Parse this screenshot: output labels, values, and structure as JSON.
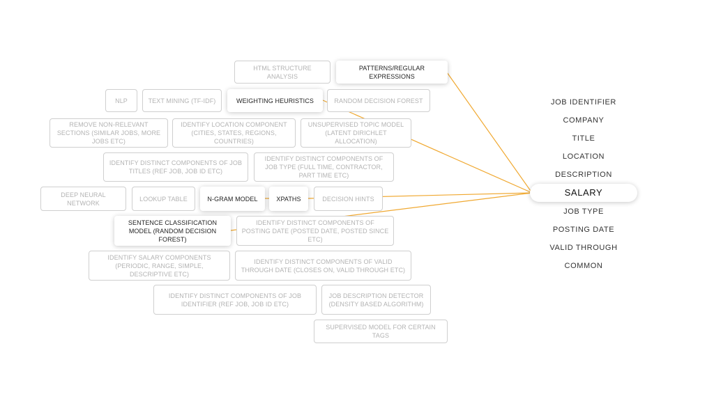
{
  "methods": {
    "html_structure_analysis": "HTML STRUCTURE ANALYSIS",
    "patterns_regex": "PATTERNS/REGULAR EXPRESSIONS",
    "nlp": "NLP",
    "text_mining": "TEXT MINING (TF-IDF)",
    "weighting_heuristics": "WEIGHTING HEURISTICS",
    "random_decision_forest": "RANDOM DECISION FOREST",
    "remove_sections": "REMOVE NON-RELEVANT SECTIONS (SIMILAR JOBS, MORE JOBS ETC)",
    "identify_location": "IDENTIFY LOCATION COMPONENT (CITIES, STATES, REGIONS, COUNTRIES)",
    "unsupervised_topic": "UNSUPERVISED TOPIC MODEL (LATENT DIRICHLET ALLOCATION)",
    "job_titles": "IDENTIFY DISTINCT COMPONENTS OF JOB TITLES (REF JOB, JOB ID ETC)",
    "job_type": "IDENTIFY DISTINCT COMPONENTS OF JOB TYPE (FULL TIME, CONTRACTOR, PART TIME ETC)",
    "deep_neural_network": "DEEP NEURAL NETWORK",
    "lookup_table": "LOOKUP TABLE",
    "ngram_model": "N-GRAM MODEL",
    "xpaths": "XPATHS",
    "decision_hints": "DECISION HINTS",
    "sentence_classification": "SENTENCE CLASSIFICATION MODEL (RANDOM DECISION FOREST)",
    "posting_date": "IDENTIFY DISTINCT COMPONENTS OF POSTING DATE (POSTED DATE, POSTED SINCE ETC)",
    "salary_components": "IDENTIFY SALARY COMPONENTS (PERIODIC, RANGE, SIMPLE, DESCRIPTIVE ETC)",
    "valid_through": "IDENTIFY DISTINCT COMPONENTS OF VALID THROUGH DATE (CLOSES ON, VALID THROUGH ETC)",
    "job_identifier": "IDENTIFY DISTINCT COMPONENTS OF JOB IDENTIFIER (REF JOB, JOB ID ETC)",
    "job_description_detector": "JOB DESCRIPTION DETECTOR (DENSITY BASED ALGORITHM)",
    "supervised_model": "SUPERVISED MODEL FOR CERTAIN TAGS"
  },
  "active_methods": [
    "patterns_regex",
    "weighting_heuristics",
    "ngram_model",
    "xpaths",
    "sentence_classification"
  ],
  "fields": {
    "job_identifier": "JOB IDENTIFIER",
    "company": "COMPANY",
    "title": "TITLE",
    "location": "LOCATION",
    "description": "DESCRIPTION",
    "salary": "SALARY",
    "job_type": "JOB TYPE",
    "posting_date": "POSTING DATE",
    "valid_through": "VALID THROUGH",
    "common": "COMMON"
  },
  "selected_field": "salary",
  "colors": {
    "connector": "#f0a830",
    "active_text": "#222222",
    "inactive_text": "#b3b3b3",
    "inactive_border": "#cfcfcf"
  }
}
